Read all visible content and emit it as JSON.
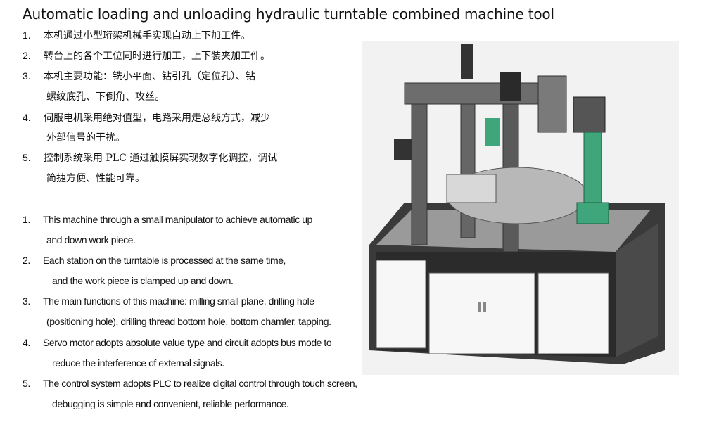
{
  "title": "Automatic loading and unloading hydraulic turntable combined machine tool",
  "cn_items": [
    {
      "num": "1.",
      "lines": [
        "本机通过小型珩架机械手实现自动上下加工件。"
      ]
    },
    {
      "num": "2.",
      "lines": [
        "转台上的各个工位同时进行加工，上下装夹加工件。"
      ]
    },
    {
      "num": "3.",
      "lines": [
        "本机主要功能：铣小平面、钻引孔（定位孔）、钻",
        "螺纹底孔、下倒角、攻丝。"
      ]
    },
    {
      "num": "4.",
      "lines": [
        "伺服电机采用绝对值型，电路采用走总线方式，减少",
        "外部信号的干扰。"
      ]
    },
    {
      "num": "5.",
      "lines": [
        "控制系统采用 PLC 通过触摸屏实现数字化调控，调试",
        "简捷方便、性能可靠。"
      ]
    }
  ],
  "en_items": [
    {
      "num": "1.",
      "lines": [
        "This machine through a small manipulator to achieve automatic up",
        "and down work piece."
      ]
    },
    {
      "num": "2.",
      "lines": [
        "Each station on the turntable is processed at the same time,",
        "and the work piece is clamped up and down."
      ]
    },
    {
      "num": "3.",
      "lines": [
        "The main functions of this machine: milling small plane, drilling hole",
        "(positioning hole), drilling thread bottom hole, bottom chamfer, tapping."
      ]
    },
    {
      "num": "4.",
      "lines": [
        "Servo motor adopts absolute value type and circuit adopts bus mode to",
        "reduce the interference of external signals."
      ]
    },
    {
      "num": "5.",
      "lines": [
        "The control system adopts PLC to realize digital control through touch screen,",
        "debugging is simple and convenient, reliable performance."
      ]
    }
  ]
}
